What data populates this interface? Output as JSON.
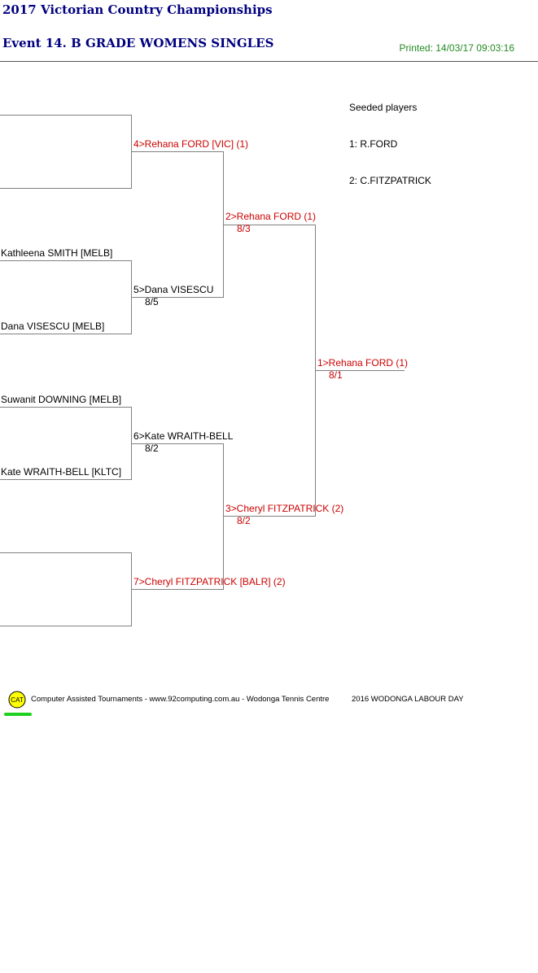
{
  "header": {
    "title": "2017 Victorian Country Championships",
    "event": "Event 14. B GRADE WOMENS SINGLES",
    "printed": "Printed: 14/03/17 09:03:16"
  },
  "seeded": {
    "heading": "Seeded players",
    "players": [
      "1: R.FORD",
      "2: C.FITZPATRICK"
    ]
  },
  "draw": {
    "round1": [
      "",
      "",
      "Kathleena SMITH [MELB]",
      "Dana VISESCU [MELB]",
      "Suwanit DOWNING [MELB]",
      "Kate WRAITH-BELL [KLTC]",
      "",
      ""
    ],
    "round2": [
      {
        "label": "4>Rehana FORD [VIC] (1)",
        "score": "",
        "color": "#CC0000"
      },
      {
        "label": "5>Dana VISESCU",
        "score": "8/5",
        "color": "#000000"
      },
      {
        "label": "6>Kate WRAITH-BELL",
        "score": "8/2",
        "color": "#000000"
      },
      {
        "label": "7>Cheryl FITZPATRICK [BALR] (2)",
        "score": "",
        "color": "#CC0000"
      }
    ],
    "round3": [
      {
        "label": "2>Rehana FORD (1)",
        "score": "8/3",
        "color": "#CC0000"
      },
      {
        "label": "3>Cheryl FITZPATRICK (2)",
        "score": "8/2",
        "color": "#CC0000"
      }
    ],
    "final": {
      "label": "1>Rehana FORD (1)",
      "score": "8/1",
      "color": "#CC0000"
    }
  },
  "footer": {
    "logo_text": "CAT",
    "credit": "Computer Assisted Tournaments - www.92computing.com.au -  Wodonga Tennis Centre",
    "event_name": "2016 WODONGA LABOUR DAY"
  }
}
